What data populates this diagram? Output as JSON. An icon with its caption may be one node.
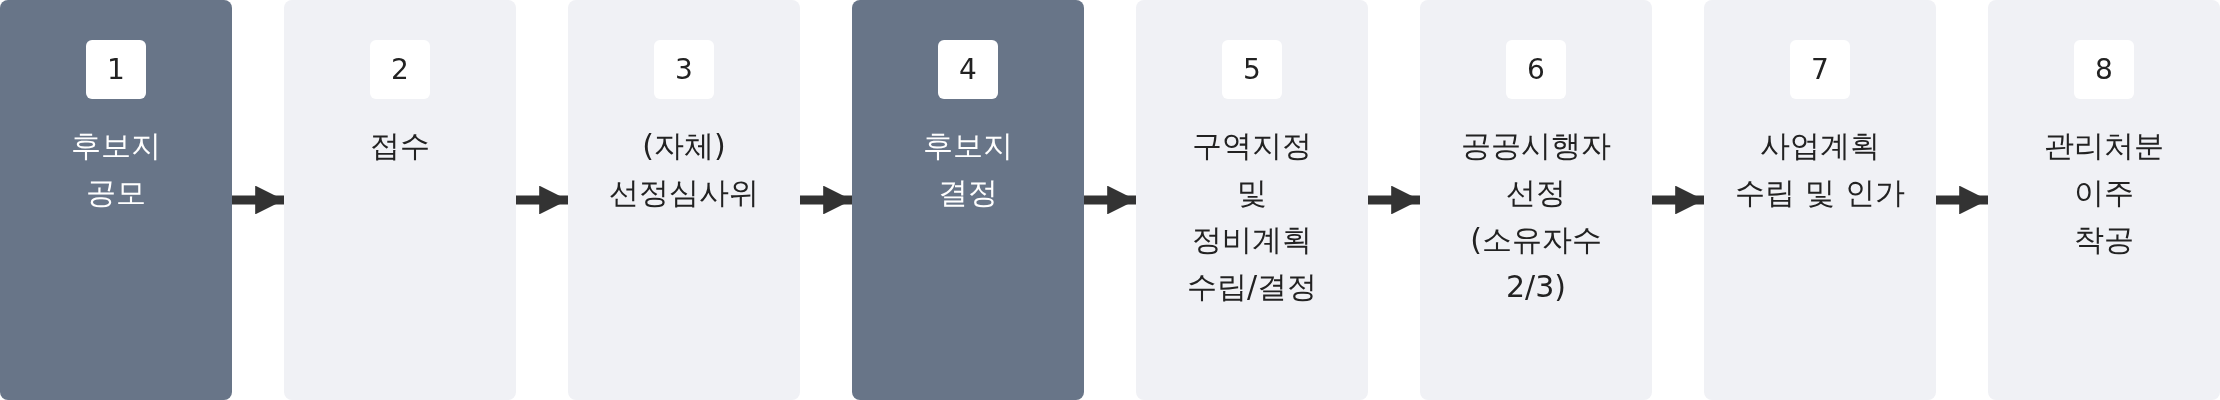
{
  "diagram": {
    "nodes": [
      {
        "text": [
          "1",
          "후보지 공모"
        ]
      },
      {
        "text": [
          "2",
          "접수"
        ]
      },
      {
        "text": [
          "3",
          "(자체) 선정심사위"
        ]
      },
      {
        "text": [
          "4",
          "후보지 결정"
        ]
      },
      {
        "text": [
          "5",
          "구역지정 및 정비계획 수립/결정"
        ]
      },
      {
        "text": [
          "6",
          "공공시행자 선정 (소유자수 2/3)"
        ]
      },
      {
        "text": [
          "7",
          "사업계획 수립 및 인가"
        ]
      },
      {
        "text": [
          "8",
          "관리처분 이주 착공"
        ]
      }
    ],
    "edges": [
      {
        "from": 0,
        "to": 1,
        "arrow": "to"
      },
      {
        "from": 1,
        "to": 2,
        "arrow": "to"
      },
      {
        "from": 2,
        "to": 3,
        "arrow": "to"
      },
      {
        "from": 3,
        "to": 4,
        "arrow": "to"
      },
      {
        "from": 4,
        "to": 5,
        "arrow": "to"
      },
      {
        "from": 5,
        "to": 6,
        "arrow": "to"
      },
      {
        "from": 6,
        "to": 7,
        "arrow": "to"
      }
    ]
  }
}
